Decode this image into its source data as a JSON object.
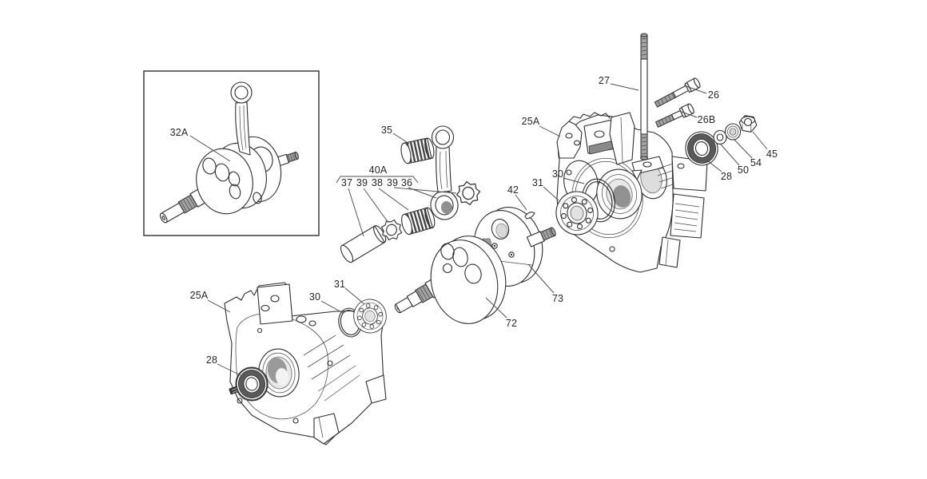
{
  "diagram": {
    "background_color": "#ffffff",
    "line_color": "#2d2d2d",
    "label_color": "#262626",
    "callouts": [
      {
        "id": "inset-crankshaft-assembly",
        "text": "32A"
      },
      {
        "id": "small-end-needle-bearing",
        "text": "35"
      },
      {
        "id": "conrod-kit-group",
        "text": "40A"
      },
      {
        "id": "crankpin",
        "text": "37"
      },
      {
        "id": "washer-left",
        "text": "39"
      },
      {
        "id": "big-end-needle-bearing",
        "text": "38"
      },
      {
        "id": "washer-right",
        "text": "39"
      },
      {
        "id": "connecting-rod",
        "text": "36"
      },
      {
        "id": "woodruff-key",
        "text": "42"
      },
      {
        "id": "bearing-right",
        "text": "31"
      },
      {
        "id": "gasket-right",
        "text": "30"
      },
      {
        "id": "crankcase-half-right",
        "text": "25A"
      },
      {
        "id": "stud",
        "text": "27"
      },
      {
        "id": "bolt-upper",
        "text": "26"
      },
      {
        "id": "bolt-lower",
        "text": "26B"
      },
      {
        "id": "oil-seal-right",
        "text": "28"
      },
      {
        "id": "washer-50",
        "text": "50"
      },
      {
        "id": "washer-54",
        "text": "54"
      },
      {
        "id": "nut",
        "text": "45"
      },
      {
        "id": "crank-web-right",
        "text": "73"
      },
      {
        "id": "crank-web-left",
        "text": "72"
      },
      {
        "id": "bearing-left",
        "text": "31"
      },
      {
        "id": "gasket-left",
        "text": "30"
      },
      {
        "id": "crankcase-half-left",
        "text": "25A"
      },
      {
        "id": "oil-seal-left",
        "text": "28"
      }
    ]
  }
}
